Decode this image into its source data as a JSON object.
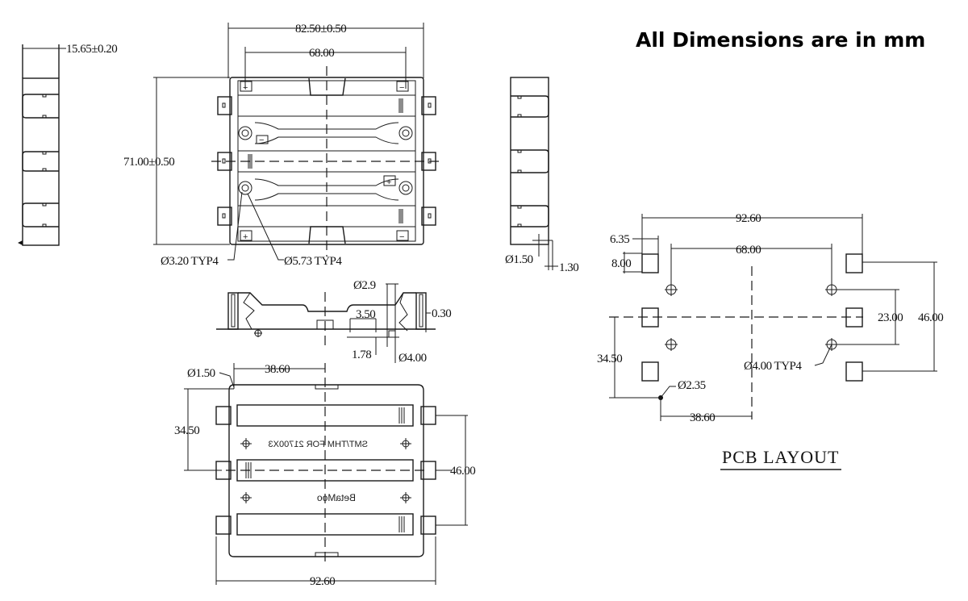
{
  "title": "All Dimensions are in mm",
  "side_view_left": {
    "width_label": "15.65±0.20"
  },
  "top_view": {
    "overall_width_label": "82.50±0.50",
    "hole_spacing_label": "68.00",
    "overall_height_label": "71.00±0.50",
    "small_hole_label": "Ø3.20 TYP4",
    "large_hole_label": "Ø5.73 TYP4",
    "polarity_marks": [
      "+",
      "−",
      "−",
      "+",
      "+",
      "−"
    ]
  },
  "side_view_right": {
    "pin_diameter_label": "Ø1.50",
    "pin_offset_label": "1.30"
  },
  "front_section": {
    "hole_diameter_label": "Ø2.9",
    "depth_label": "3.50",
    "thickness_label": "0.30",
    "pin_length_label": "1.78",
    "boss_diameter_label": "Ø4.00"
  },
  "bottom_view": {
    "pin_diameter_label": "Ø1.50",
    "offset_label": "38.60",
    "vertical_offset_label": "34.50",
    "pin_spacing_label": "46.00",
    "overall_width_label": "92.60",
    "embossed_text_model": "SMT/THM FOR 21700X3",
    "embossed_text_brand": "BetaMoo"
  },
  "pcb_layout": {
    "title": "PCB LAYOUT",
    "overall_width_label": "92.60",
    "pad_width_label": "6.35",
    "pad_height_label": "8.00",
    "hole_spacing_label": "68.00",
    "hole_vspacing_label": "23.00",
    "pad_vspacing_label": "46.00",
    "vertical_offset_label": "34.50",
    "locator_hole_label": "Ø2.35",
    "horizontal_offset_label": "38.60",
    "mount_hole_label": "Ø4.00 TYP4"
  }
}
